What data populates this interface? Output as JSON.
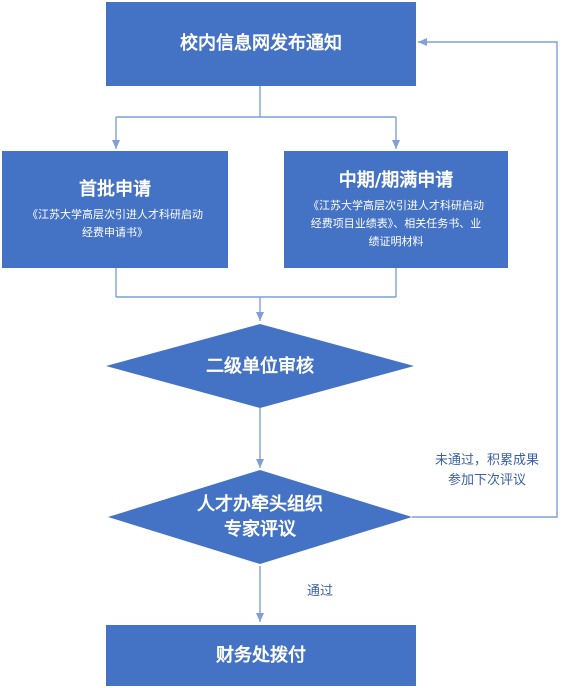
{
  "colors": {
    "node_fill": "#4472c4",
    "edge": "#7f9fd6",
    "label_text": "#3a5fa8"
  },
  "nodes": {
    "notice": {
      "title": "校内信息网发布通知"
    },
    "first_apply": {
      "title": "首批申请",
      "line1": "《江苏大学高层次引进人才科研启动",
      "line2": "经费申请书》"
    },
    "mid_apply": {
      "title": "中期/期满申请",
      "line1": "《江苏大学高层次引进人才科研启动",
      "line2": "经费项目业绩表》、相关任务书、业",
      "line3": "绩证明材料"
    },
    "unit_review": {
      "title": "二级单位审核"
    },
    "expert_review": {
      "line1": "人才办牵头组织",
      "line2": "专家评议"
    },
    "finance": {
      "title": "财务处拨付"
    }
  },
  "edge_labels": {
    "fail": {
      "line1": "未通过，积累成果",
      "line2": "参加下次评议"
    },
    "pass": "通过"
  }
}
